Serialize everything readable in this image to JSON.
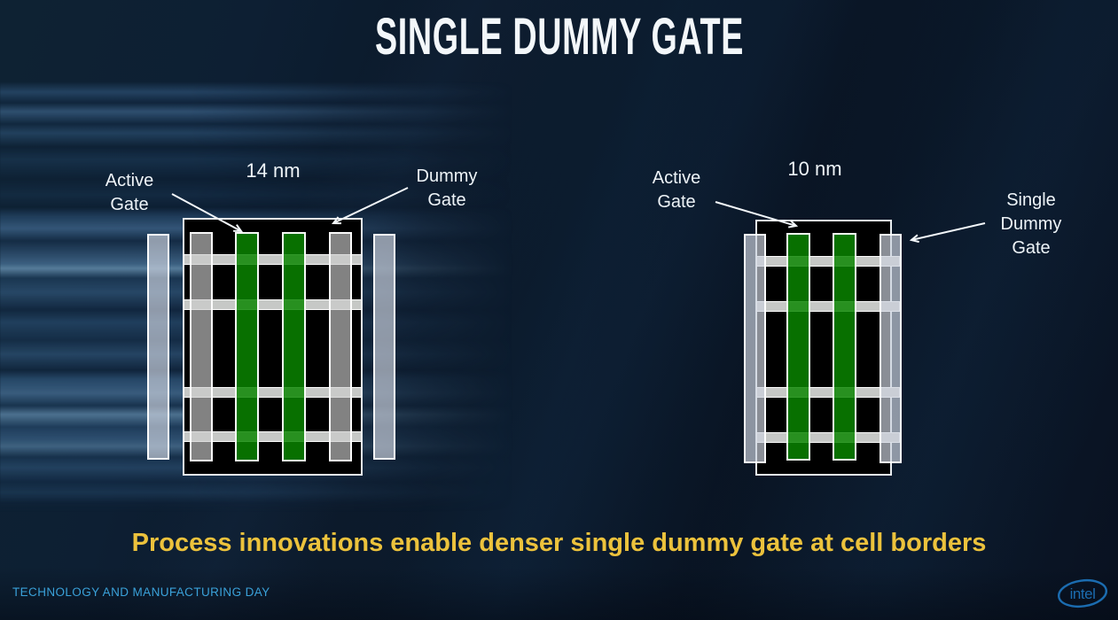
{
  "slide": {
    "title": "SINGLE DUMMY GATE",
    "takeaway": "Process innovations enable denser single dummy gate at cell borders",
    "footer": "TECHNOLOGY AND MANUFACTURING DAY",
    "logo_text": "intel"
  },
  "diagrams": [
    {
      "process": "14 nm",
      "fin_count": 4,
      "gate_sequence": [
        "dummy",
        "active",
        "active",
        "dummy"
      ],
      "adjacent_cell_dummy_gates": 2,
      "annotations": {
        "active": [
          "Active",
          "Gate"
        ],
        "dummy": [
          "Dummy",
          "Gate"
        ]
      }
    },
    {
      "process": "10 nm",
      "fin_count": 4,
      "gate_sequence": [
        "single-dummy",
        "active",
        "active",
        "single-dummy"
      ],
      "annotations": {
        "active": [
          "Active",
          "Gate"
        ],
        "single_dummy": [
          "Single",
          "Dummy",
          "Gate"
        ]
      }
    }
  ],
  "colors": {
    "active_gate": "rgba(10,134,0,0.84)",
    "dummy_gate": "rgba(203,203,203,0.64)",
    "border_dummy_gate": "rgba(203,210,221,0.68)",
    "fin": "#c6c8c6",
    "takeaway_gold": "#ecc23c",
    "footer_blue": "#3aa1d9",
    "logo_blue": "#1b6cb0",
    "label_white": "#eef4f8"
  }
}
